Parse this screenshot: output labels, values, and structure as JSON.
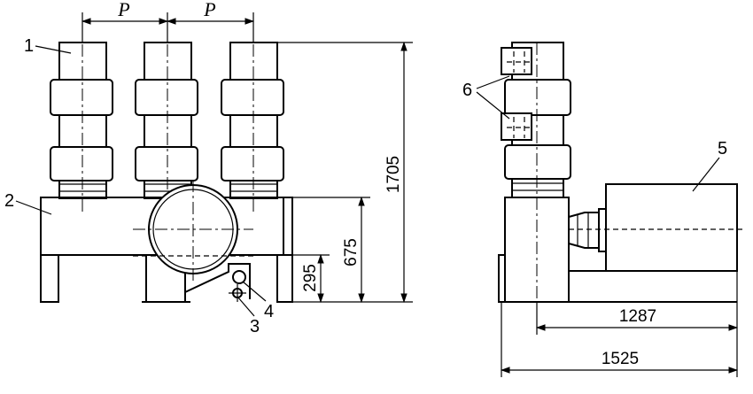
{
  "labels": {
    "pitch_1": "P",
    "pitch_2": "P",
    "callout_1": "1",
    "callout_2": "2",
    "callout_3": "3",
    "callout_4": "4",
    "callout_5": "5",
    "callout_6": "6"
  },
  "dimensions": {
    "total_height": "1705",
    "frame_height": "675",
    "leg_height": "295",
    "width_mechanism": "1287",
    "width_total": "1525"
  }
}
